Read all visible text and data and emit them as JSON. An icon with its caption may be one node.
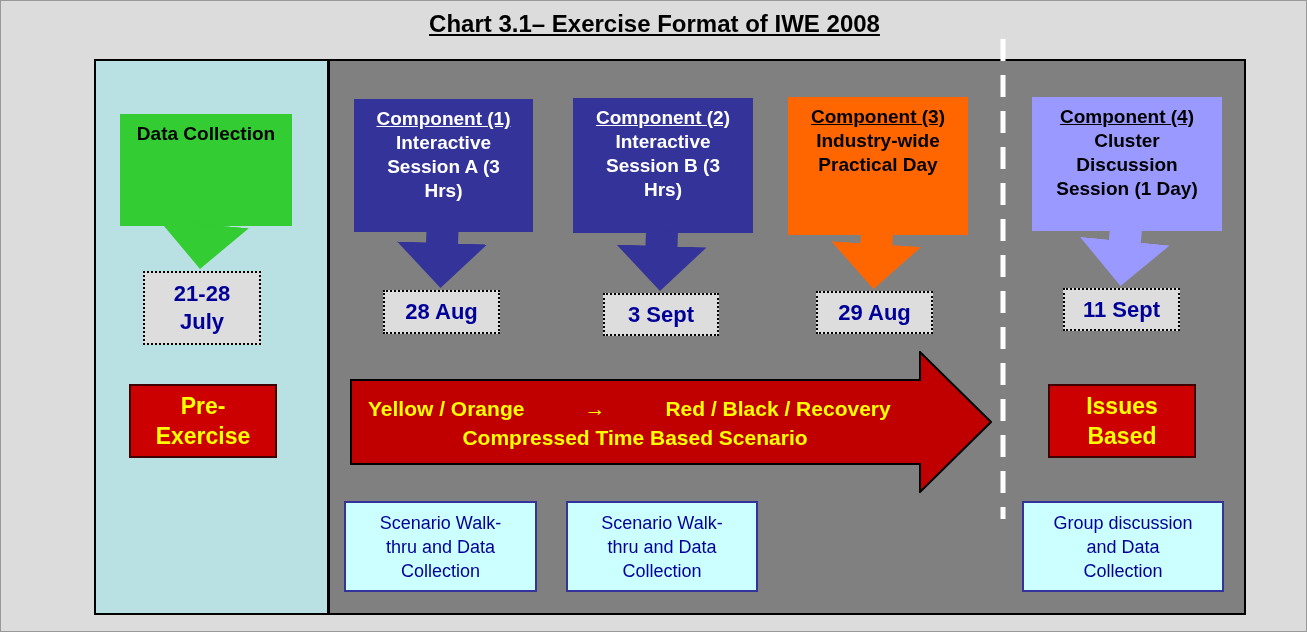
{
  "diagram": {
    "title": "Chart 3.1– Exercise Format of IWE 2008",
    "nodes": [
      {
        "text": [],
        "shape": "box"
      },
      {
        "text": [],
        "shape": "box"
      },
      {
        "text": [
          "Data Collection"
        ],
        "in": 0
      },
      {
        "text": [
          "21-28 July"
        ],
        "in": 0
      },
      {
        "text": [
          "Pre-Exercise"
        ],
        "in": 0
      },
      {
        "text": [
          "Component (1)",
          "Interactive Session A (3 Hrs)"
        ],
        "in": 1
      },
      {
        "text": [
          "28 Aug"
        ],
        "in": 1
      },
      {
        "text": [
          "Component (2)",
          "Interactive Session B (3 Hrs)"
        ],
        "in": 1
      },
      {
        "text": [
          "3 Sept"
        ],
        "in": 1
      },
      {
        "text": [
          "Component (3)",
          "Industry-wide Practical Day"
        ],
        "in": 1
      },
      {
        "text": [
          "29 Aug"
        ],
        "in": 1
      },
      {
        "text": [
          "Component (4)",
          "Cluster Discussion Session (1 Day)"
        ],
        "in": 1
      },
      {
        "text": [
          "11 Sept"
        ],
        "in": 1
      },
      {
        "text": [
          "Yellow / Orange",
          "→",
          "Red / Black / Recovery",
          "Compressed Time Based Scenario"
        ],
        "in": 1
      },
      {
        "text": [
          "Issues Based"
        ],
        "in": 1
      },
      {
        "text": [
          "Scenario Walk-thru and Data Collection"
        ],
        "in": 1
      },
      {
        "text": [
          "Scenario Walk-thru and Data Collection"
        ],
        "in": 1
      },
      {
        "text": [
          "Group discussion and Data Collection"
        ],
        "in": 1
      }
    ],
    "edges": [
      {
        "from": 2,
        "to": 3,
        "arrow": "to",
        "color": "#33cc33"
      },
      {
        "from": 5,
        "to": 6,
        "arrow": "to",
        "color": "#333399"
      },
      {
        "from": 7,
        "to": 8,
        "arrow": "to",
        "color": "#333399"
      },
      {
        "from": 9,
        "to": 10,
        "arrow": "to",
        "color": "#ff6600"
      },
      {
        "from": 11,
        "to": 12,
        "arrow": "to",
        "color": "#9999ff"
      }
    ]
  }
}
